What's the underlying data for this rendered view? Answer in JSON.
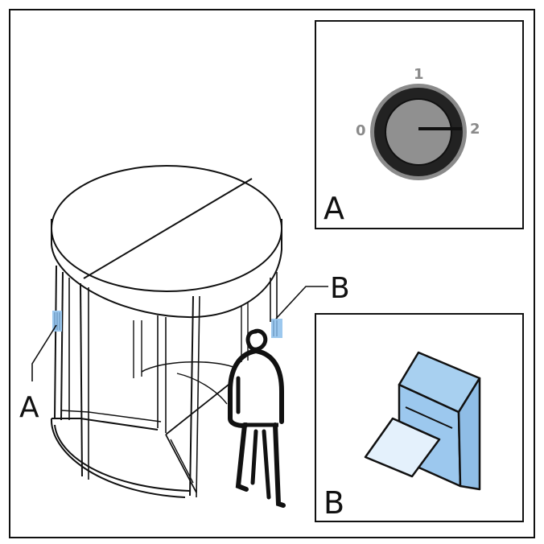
{
  "main_view": {
    "label_a": "A",
    "label_b": "B"
  },
  "inset_a": {
    "label": "A",
    "switch_positions": [
      "0",
      "1",
      "2"
    ],
    "selected_position": "2"
  },
  "inset_b": {
    "label": "B"
  },
  "colors": {
    "line": "#111111",
    "device_fill": "#9cc8ee",
    "device_stroke": "#111111",
    "knob_outer": "#8a8a8a",
    "knob_ring": "#222222",
    "knob_center": "#909090",
    "numeral": "#8a8a8a",
    "card_fill": "#e4f1fc"
  },
  "icons": [
    "key-switch-icon",
    "card-reader-icon",
    "person-icon",
    "revolving-door-icon"
  ]
}
